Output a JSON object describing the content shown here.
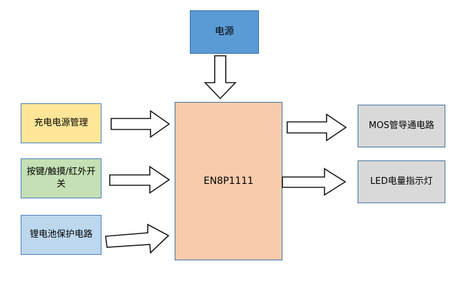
{
  "diagram": {
    "type": "block-diagram",
    "background_color": "#ffffff",
    "nodes": {
      "power": {
        "label": "电源",
        "fill": "#5b9bd5",
        "border": "#2f6ba4"
      },
      "mcu": {
        "label": "EN8P1111",
        "fill": "#f8cbad",
        "border": "#41719c"
      },
      "charge_management": {
        "label": "充电电源管理",
        "fill": "#ffe699",
        "border": "#4a7ebb"
      },
      "switch_input": {
        "label": "按键/触摸/红外开关",
        "fill": "#c5e0b4",
        "border": "#4a7ebb"
      },
      "battery_protection": {
        "label": "锂电池保护电路",
        "fill": "#bdd7ee",
        "border": "#4a7ebb"
      },
      "mos_driver": {
        "label": "MOS管导通电路",
        "fill": "#d9d9d9",
        "border": "#41719c"
      },
      "led_indicator": {
        "label": "LED电量指示灯",
        "fill": "#d9d9d9",
        "border": "#41719c"
      }
    },
    "arrows": [
      {
        "name": "power-to-mcu",
        "from": "power",
        "to": "mcu",
        "direction": "down",
        "fill": "#ffffff",
        "stroke": "#1a1a1a"
      },
      {
        "name": "charge-to-mcu",
        "from": "charge_management",
        "to": "mcu",
        "direction": "right",
        "fill": "#ffffff",
        "stroke": "#1a1a1a"
      },
      {
        "name": "switch-to-mcu",
        "from": "switch_input",
        "to": "mcu",
        "direction": "right",
        "fill": "#ffffff",
        "stroke": "#1a1a1a"
      },
      {
        "name": "battery-to-mcu",
        "from": "battery_protection",
        "to": "mcu",
        "direction": "right",
        "fill": "#ffffff",
        "stroke": "#1a1a1a"
      },
      {
        "name": "mcu-to-mos",
        "from": "mcu",
        "to": "mos_driver",
        "direction": "right",
        "fill": "#ffffff",
        "stroke": "#1a1a1a"
      },
      {
        "name": "mcu-to-led",
        "from": "mcu",
        "to": "led_indicator",
        "direction": "right",
        "fill": "#ffffff",
        "stroke": "#1a1a1a"
      }
    ]
  }
}
